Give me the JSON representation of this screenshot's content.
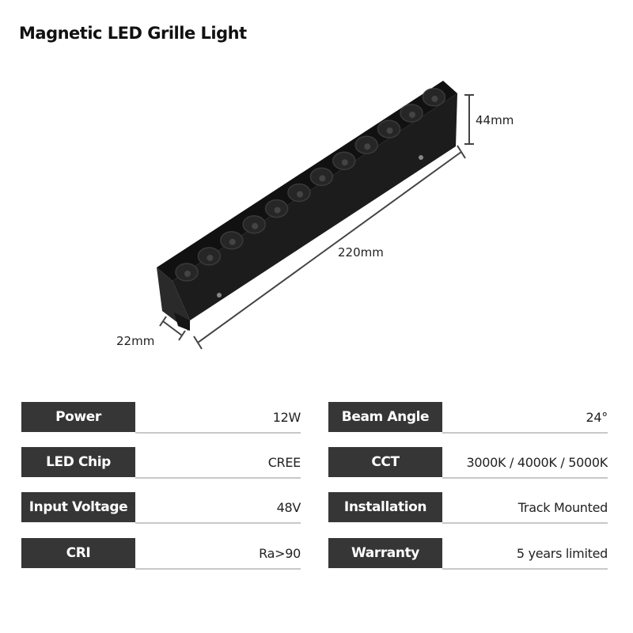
{
  "title": "Magnetic LED Grille Light",
  "dimensions": {
    "height": "44mm",
    "length": "220mm",
    "width": "22mm"
  },
  "specs_left": [
    {
      "label": "Power",
      "value": "12W"
    },
    {
      "label": "LED Chip",
      "value": "CREE"
    },
    {
      "label": "Input Voltage",
      "value": "48V"
    },
    {
      "label": "CRI",
      "value": "Ra>90"
    }
  ],
  "specs_right": [
    {
      "label": "Beam Angle",
      "value": "24°"
    },
    {
      "label": "CCT",
      "value": "3000K / 4000K / 5000K"
    },
    {
      "label": "Installation",
      "value": "Track Mounted"
    },
    {
      "label": "Warranty",
      "value": "5 years limited"
    }
  ],
  "colors": {
    "label_bg": "#363636",
    "divider": "#c8c8c8"
  }
}
